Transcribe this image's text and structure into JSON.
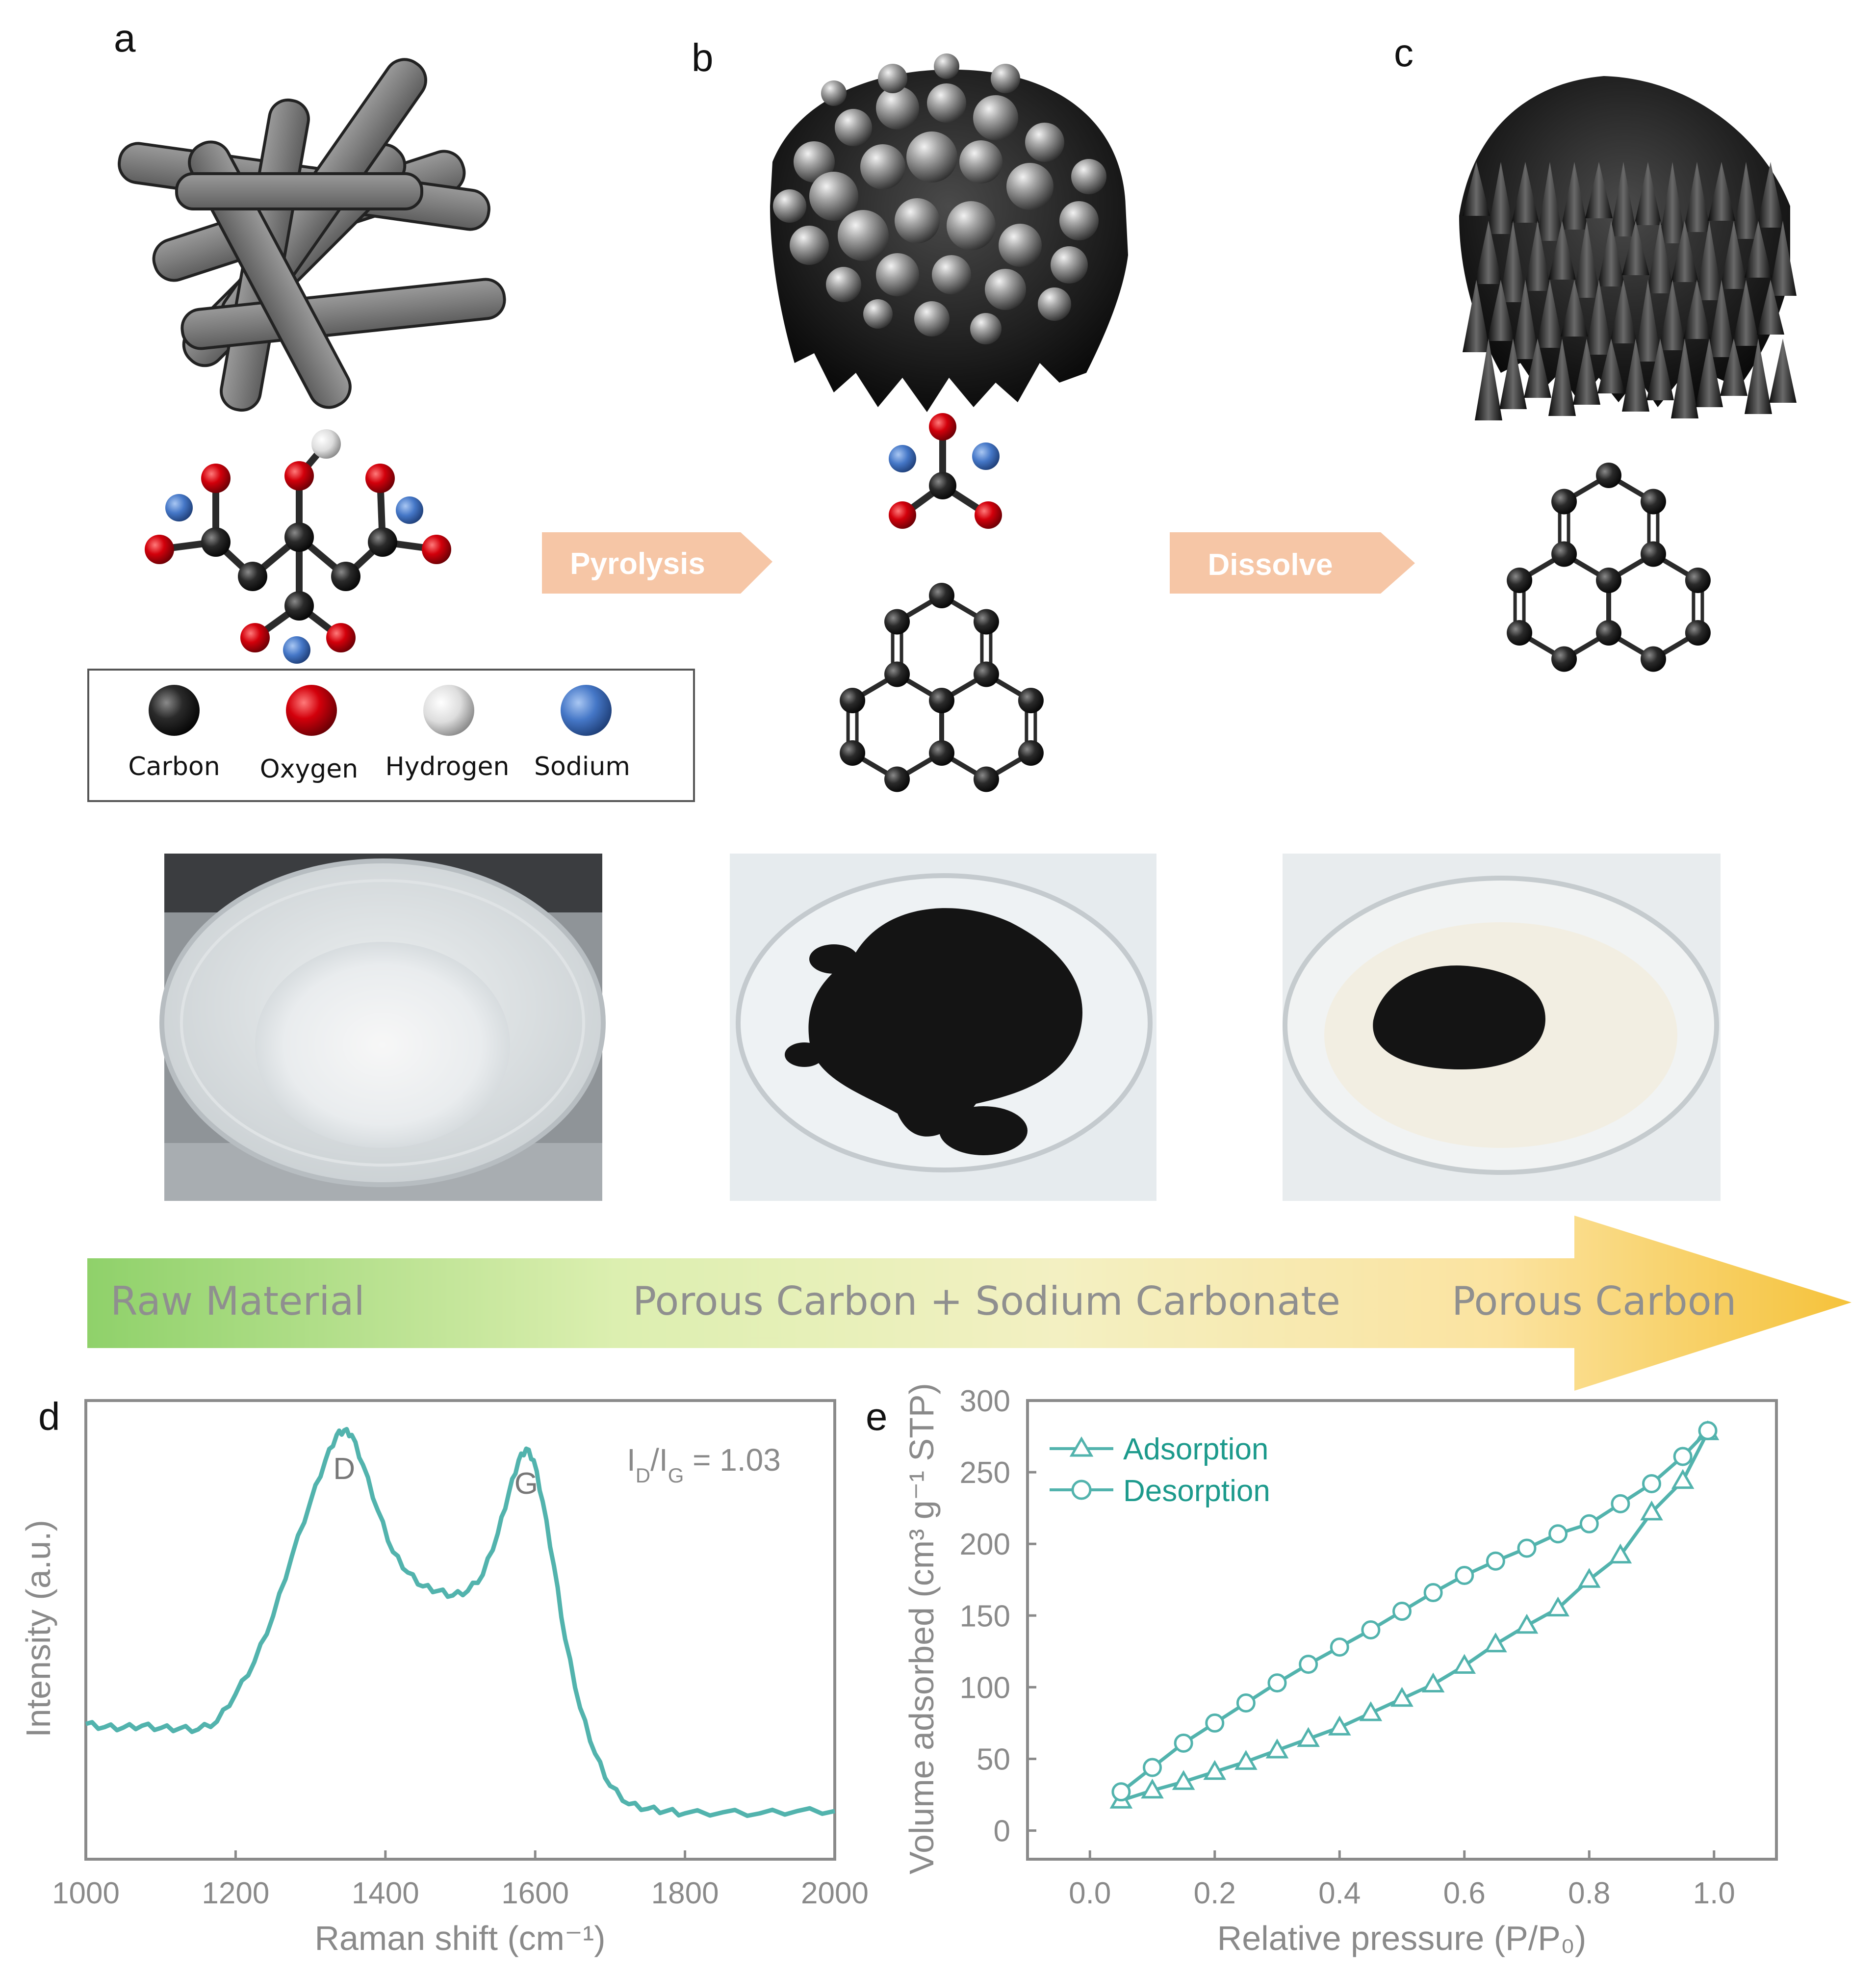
{
  "panels": {
    "a": {
      "letter": "a",
      "legend": [
        {
          "label": "Carbon",
          "color": "#1e1e1e"
        },
        {
          "label": "Oxygen",
          "color": "#c8000a"
        },
        {
          "label": "Hydrogen",
          "color": "#dcdcdc"
        },
        {
          "label": "Sodium",
          "color": "#3f72c4"
        }
      ]
    },
    "b": {
      "letter": "b"
    },
    "c": {
      "letter": "c"
    },
    "d": {
      "letter": "d"
    },
    "e": {
      "letter": "e"
    }
  },
  "steps": [
    {
      "label": "Pyrolysis",
      "color": "#f6c6a6"
    },
    {
      "label": "Dissolve",
      "color": "#f6c6a6"
    }
  ],
  "progress_band": {
    "labels": [
      "Raw Material",
      "Porous Carbon + Sodium Carbonate",
      "Porous Carbon"
    ],
    "gradient": [
      "#8fd16a",
      "#e6efb8",
      "#fbe7a5",
      "#f5c23a"
    ]
  },
  "colors": {
    "teal": "#52b3ad",
    "teal_text": "#1c9a8c",
    "axis": "#8a8a8a",
    "photo_dark": "#141414"
  },
  "chart_data": [
    {
      "type": "line",
      "panel": "d",
      "title": "",
      "xlabel": "Raman shift (cm⁻¹)",
      "ylabel": "Intensity (a.u.)",
      "xlim": [
        1000,
        2000
      ],
      "ylim": [
        0,
        1
      ],
      "x_ticks": [
        1000,
        1200,
        1400,
        1600,
        1800,
        2000
      ],
      "y_ticks_shown": false,
      "annotations": [
        {
          "text": "D",
          "x": 1345
        },
        {
          "text": "G",
          "x": 1588
        },
        {
          "text": "I_D/I_G = 1.03",
          "ratio": "1.03"
        }
      ],
      "series": [
        {
          "x": [
            1000,
            1025,
            1050,
            1075,
            1100,
            1125,
            1150,
            1175,
            1200,
            1225,
            1250,
            1275,
            1300,
            1320,
            1335,
            1345,
            1355,
            1370,
            1390,
            1410,
            1430,
            1450,
            1470,
            1490,
            1510,
            1530,
            1550,
            1565,
            1578,
            1588,
            1598,
            1610,
            1625,
            1640,
            1660,
            1680,
            1700,
            1725,
            1750,
            1775,
            1800,
            1850,
            1900,
            1950,
            2000
          ],
          "y": [
            0.295,
            0.288,
            0.287,
            0.291,
            0.286,
            0.285,
            0.283,
            0.3,
            0.36,
            0.43,
            0.53,
            0.66,
            0.78,
            0.87,
            0.925,
            0.935,
            0.925,
            0.86,
            0.76,
            0.67,
            0.625,
            0.595,
            0.585,
            0.575,
            0.585,
            0.62,
            0.71,
            0.8,
            0.87,
            0.895,
            0.87,
            0.78,
            0.64,
            0.48,
            0.33,
            0.23,
            0.16,
            0.12,
            0.11,
            0.105,
            0.1,
            0.102,
            0.1,
            0.105,
            0.105
          ]
        }
      ]
    },
    {
      "type": "line",
      "panel": "e",
      "title": "",
      "xlabel": "Relative pressure (P/P₀)",
      "ylabel": "Volume adsorbed (cm³ g⁻¹ STP)",
      "xlim": [
        -0.1,
        1.1
      ],
      "ylim": [
        -20,
        300
      ],
      "x_ticks": [
        0.0,
        0.2,
        0.4,
        0.6,
        0.8,
        1.0
      ],
      "y_ticks": [
        0,
        50,
        100,
        150,
        200,
        250,
        300
      ],
      "legend": "top-left",
      "series": [
        {
          "name": "Adsorption",
          "marker": "triangle",
          "x": [
            0.05,
            0.1,
            0.15,
            0.2,
            0.25,
            0.3,
            0.35,
            0.4,
            0.45,
            0.5,
            0.55,
            0.6,
            0.65,
            0.7,
            0.75,
            0.8,
            0.85,
            0.9,
            0.95,
            0.99
          ],
          "y": [
            21,
            28,
            34,
            41,
            48,
            56,
            64,
            72,
            82,
            92,
            102,
            115,
            130,
            143,
            155,
            175,
            192,
            222,
            244,
            278
          ]
        },
        {
          "name": "Desorption",
          "marker": "circle",
          "x": [
            0.05,
            0.1,
            0.15,
            0.2,
            0.25,
            0.3,
            0.35,
            0.4,
            0.45,
            0.5,
            0.55,
            0.6,
            0.65,
            0.7,
            0.75,
            0.8,
            0.85,
            0.9,
            0.95,
            0.99
          ],
          "y": [
            27,
            44,
            61,
            75,
            89,
            103,
            116,
            128,
            140,
            153,
            166,
            178,
            188,
            197,
            207,
            214,
            228,
            242,
            261,
            279
          ]
        }
      ]
    }
  ]
}
